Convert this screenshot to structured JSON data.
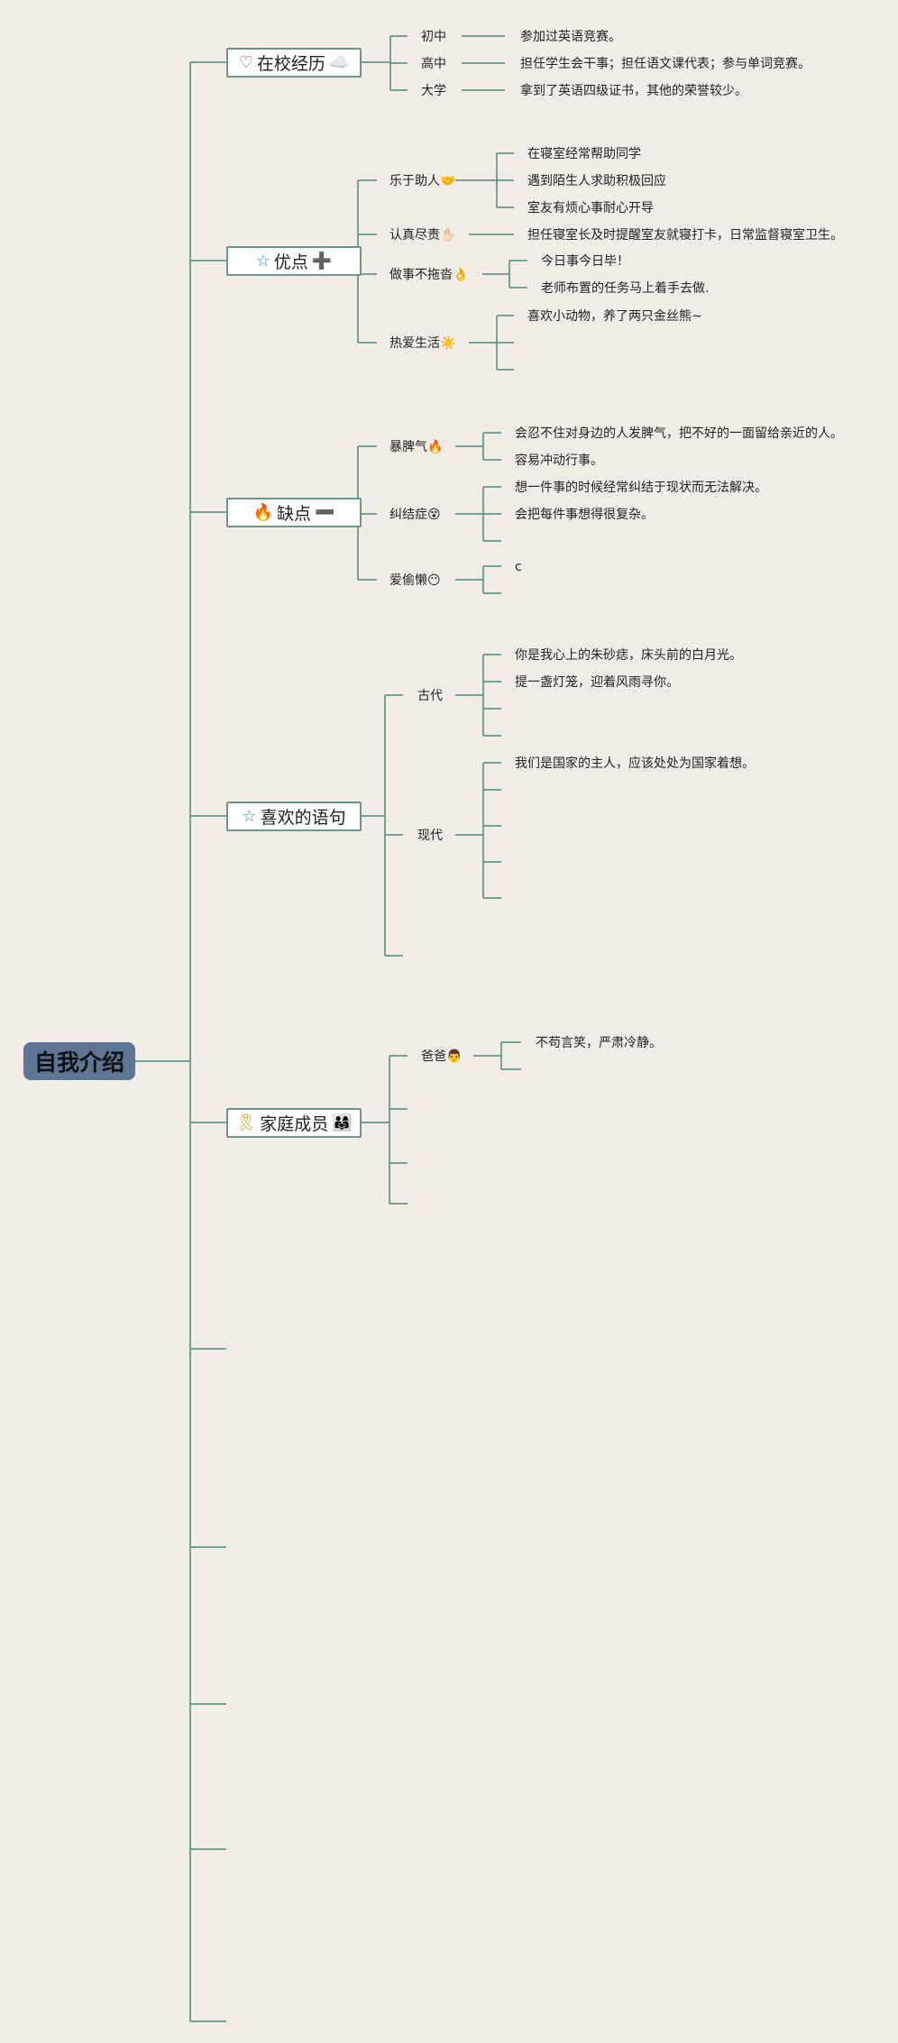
{
  "root": {
    "label": "自我介绍"
  },
  "branches": [
    {
      "label": "在校经历",
      "icon": "♡",
      "icon_name": "heart-icon",
      "tail": "☁️",
      "tail_name": "cloud-icon",
      "children": [
        {
          "label": "初中",
          "leaves": [
            "参加过英语竞赛。"
          ]
        },
        {
          "label": "高中",
          "leaves": [
            "担任学生会干事；担任语文课代表；参与单词竞赛。"
          ]
        },
        {
          "label": "大学",
          "leaves": [
            "拿到了英语四级证书，其他的荣誉较少。"
          ]
        }
      ]
    },
    {
      "label": "优点",
      "icon": "☆",
      "icon_name": "star-icon",
      "tail": "➕",
      "tail_name": "plus-icon",
      "children": [
        {
          "label": "乐于助人🤝",
          "leaves": [
            "在寝室经常帮助同学",
            "遇到陌生人求助积极回应",
            "室友有烦心事耐心开导"
          ]
        },
        {
          "label": "认真尽责✋🏻",
          "leaves": [
            "担任寝室长及时提醒室友就寝打卡，日常监督寝室卫生。"
          ]
        },
        {
          "label": "做事不拖沓👌",
          "leaves": [
            "今日事今日毕！",
            "老师布置的任务马上着手去做."
          ]
        },
        {
          "label": "热爱生活☀️",
          "leaves": [
            "喜欢小动物，养了两只金丝熊~",
            "",
            ""
          ]
        }
      ]
    },
    {
      "label": "缺点",
      "icon": "🔥",
      "icon_name": "fire-icon",
      "tail": "➖",
      "tail_name": "minus-icon",
      "children": [
        {
          "label": "暴脾气🔥",
          "leaves": [
            "会忍不住对身边的人发脾气，把不好的一面留给亲近的人。",
            "容易冲动行事。"
          ]
        },
        {
          "label": "纠结症😵",
          "leaves": [
            "想一件事的时候经常纠结于现状而无法解决。",
            "会把每件事想得很复杂。"
          ]
        },
        {
          "label": "爱偷懒😶",
          "leaves": [
            "c",
            ""
          ]
        }
      ]
    },
    {
      "label": "喜欢的语句",
      "icon": "☆",
      "icon_name": "star-icon",
      "tail": "",
      "tail_name": "",
      "children": [
        {
          "label": "古代",
          "leaves": [
            "你是我心上的朱砂痣，床头前的白月光。",
            "提一盏灯笼，迎着风雨寻你。",
            "",
            ""
          ]
        },
        {
          "label": "现代",
          "leaves": [
            "我们是国家的主人，应该处处为国家着想。",
            "",
            "",
            "",
            "",
            ""
          ]
        },
        {
          "label": "",
          "leaves": []
        }
      ]
    },
    {
      "label": "家庭成员",
      "icon": "🎗",
      "icon_name": "medal-icon",
      "tail": "👨‍👩‍👧",
      "tail_name": "family-icon",
      "children": [
        {
          "label": "爸爸👨",
          "leaves": [
            "不苟言笑，严肃冷静。",
            ""
          ]
        },
        {
          "label": "",
          "leaves": []
        },
        {
          "label": "",
          "leaves": []
        },
        {
          "label": "",
          "leaves": []
        }
      ]
    }
  ],
  "colors": {
    "line": "#4e8a7a",
    "root_fill": "#5f7596",
    "background": "#f1ece6",
    "branch_border": "#6f958b"
  }
}
